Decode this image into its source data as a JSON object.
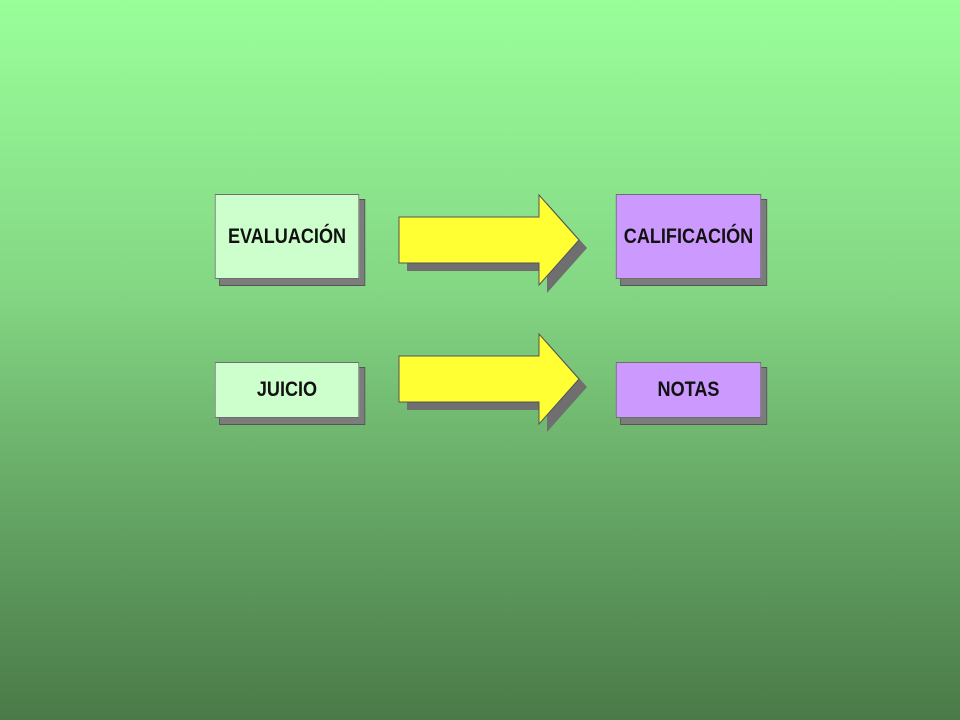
{
  "diagram": {
    "rows": [
      {
        "source": "EVALUACIÓN",
        "target": "CALIFICACIÓN"
      },
      {
        "source": "JUICIO",
        "target": "NOTAS"
      }
    ]
  },
  "colors": {
    "source_box": "#ccffcc",
    "target_box": "#cc99ff",
    "arrow_fill": "#ffff33",
    "shadow": "#7c7c7c",
    "background_top": "#99ff99",
    "background_bottom": "#4a7a48"
  }
}
